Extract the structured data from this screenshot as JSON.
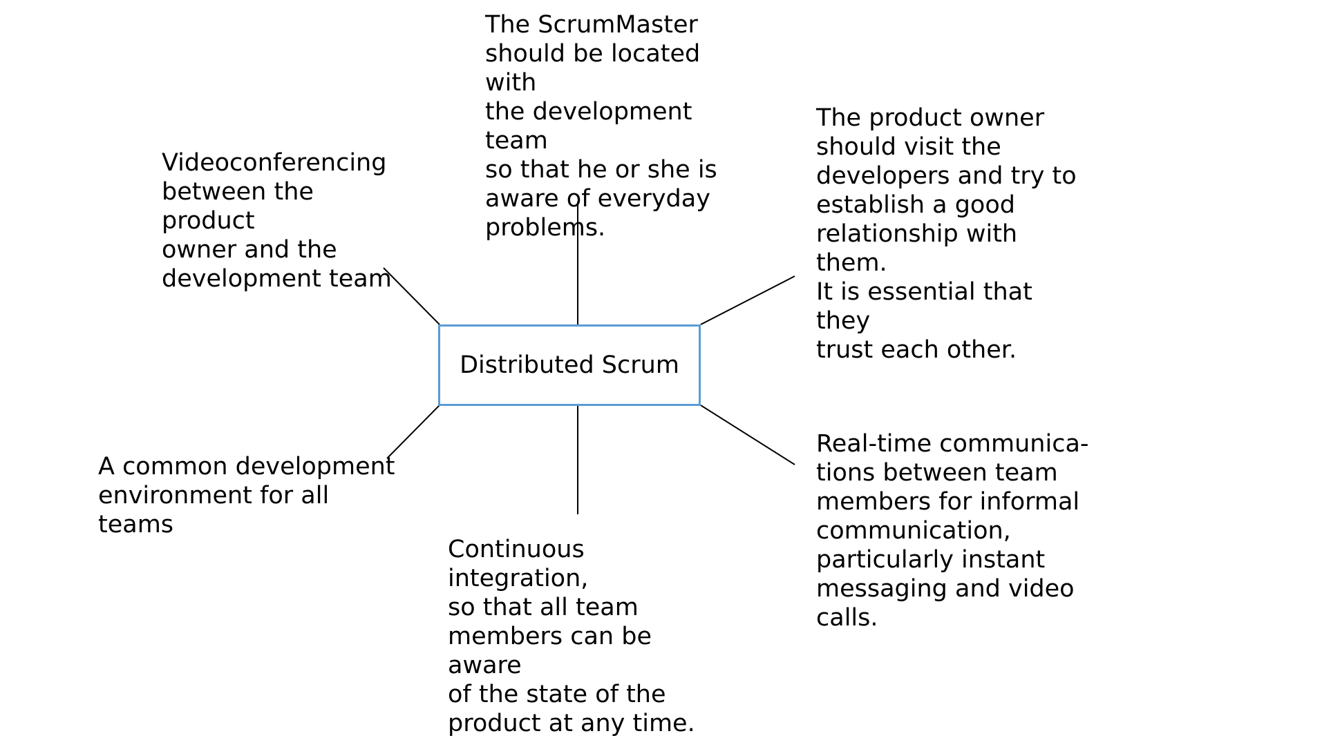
{
  "center": {
    "label": "Distributed Scrum"
  },
  "notes": {
    "scrummaster": "The ScrumMaster\nshould be located with\nthe development team\nso that he or she is\naware of everyday\nproblems.",
    "videoconferencing": "Videoconferencing\nbetween the product\nowner and the\ndevelopment team",
    "product_owner": "The product owner\nshould visit the\ndevelopers and try to\nestablish a good\nrelationship with them.\nIt is essential that they\ntrust each other.",
    "environment": "A common development\nenvironment for all teams",
    "integration": "Continuous integration,\nso that all team\nmembers can be aware\nof the state of the\nproduct at any time.",
    "realtime": "Real-time communica-\ntions between team\nmembers for informal\ncommunication,\nparticularly instant\nmessaging and video\ncalls."
  },
  "colors": {
    "box_border": "#5b9bd5",
    "lines": "#000000"
  }
}
